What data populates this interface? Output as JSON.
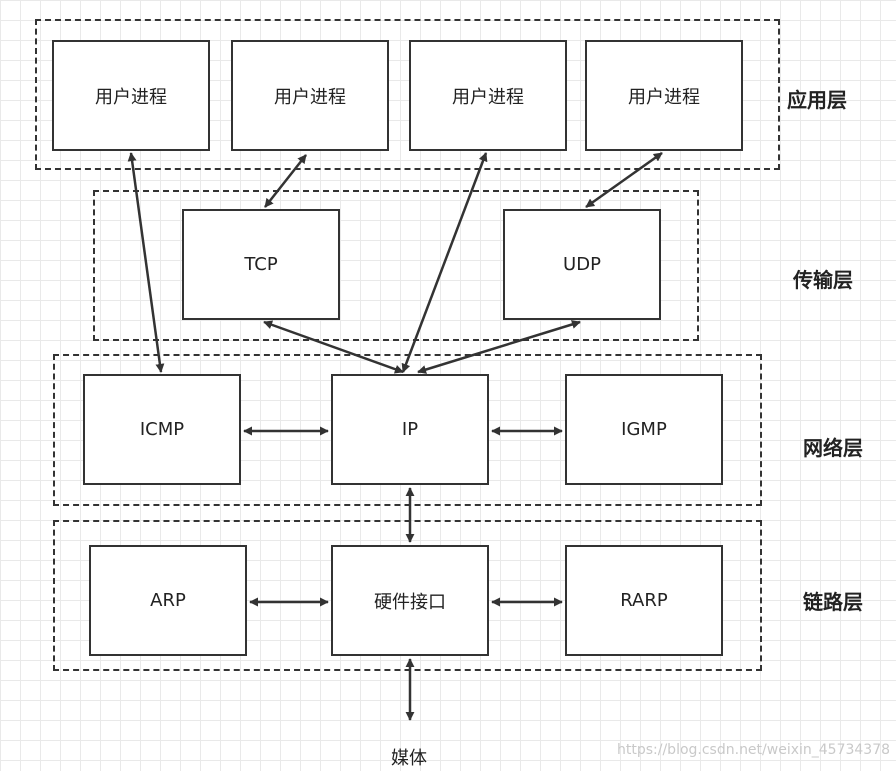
{
  "layers": {
    "application": "应用层",
    "transport": "传输层",
    "network": "网络层",
    "link": "链路层"
  },
  "boxes": {
    "user_process_1": "用户进程",
    "user_process_2": "用户进程",
    "user_process_3": "用户进程",
    "user_process_4": "用户进程",
    "tcp": "TCP",
    "udp": "UDP",
    "icmp": "ICMP",
    "ip": "IP",
    "igmp": "IGMP",
    "arp": "ARP",
    "hardware_interface": "硬件接口",
    "rarp": "RARP"
  },
  "media": "媒体",
  "watermark": "https://blog.csdn.net/weixin_45734378"
}
